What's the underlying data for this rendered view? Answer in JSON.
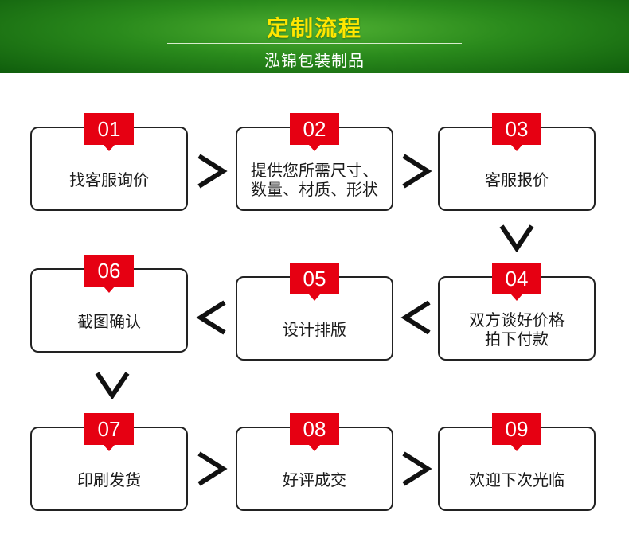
{
  "header": {
    "title": "定制流程",
    "subtitle": "泓锦包装制品"
  },
  "steps": [
    {
      "num": "01",
      "text": "找客服询价"
    },
    {
      "num": "02",
      "text": "提供您所需尺寸、\n数量、材质、形状"
    },
    {
      "num": "03",
      "text": "客服报价"
    },
    {
      "num": "04",
      "text": "双方谈好价格\n拍下付款"
    },
    {
      "num": "05",
      "text": "设计排版"
    },
    {
      "num": "06",
      "text": "截图确认"
    },
    {
      "num": "07",
      "text": "印刷发货"
    },
    {
      "num": "08",
      "text": "好评成交"
    },
    {
      "num": "09",
      "text": "欢迎下次光临"
    }
  ],
  "colors": {
    "banner_green": "#2a8a1c",
    "title_yellow": "#ffe600",
    "badge_red": "#e60012",
    "border": "#222222"
  },
  "icons": [
    "arrow-right-icon",
    "arrow-left-icon",
    "arrow-down-icon"
  ]
}
